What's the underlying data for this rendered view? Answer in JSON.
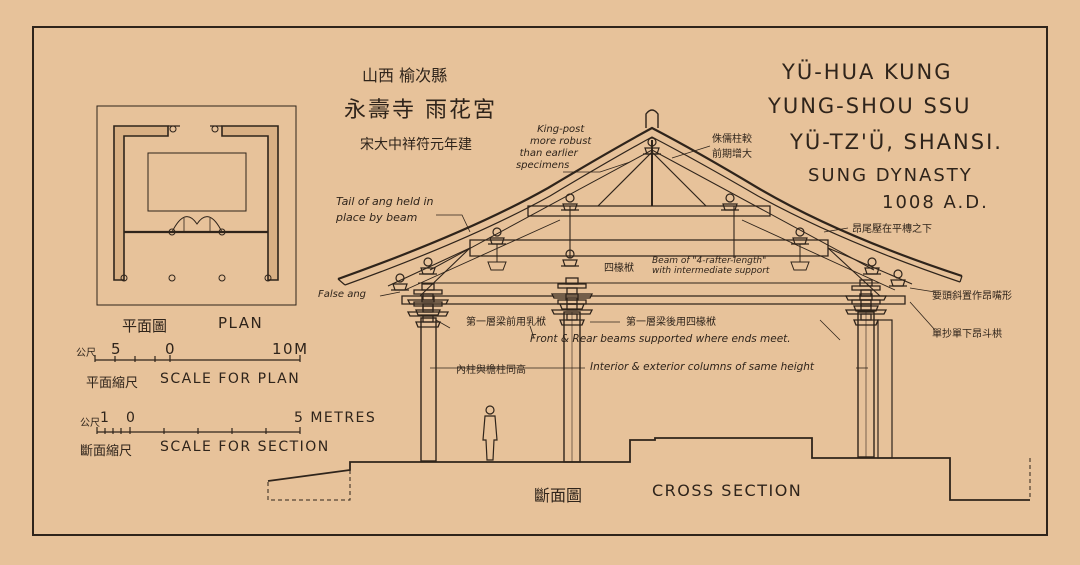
{
  "title": {
    "zh_province": "山西 榆次縣",
    "zh_name": "永壽寺 雨花宮",
    "zh_date": "宋大中祥符元年建",
    "en_line1": "YÜ-HUA KUNG",
    "en_line2": "YUNG-SHOU SSU",
    "en_line3": "YÜ-TZ'Ü, SHANSI.",
    "en_line4": "SUNG DYNASTY",
    "en_line5": "1008 A.D."
  },
  "plan": {
    "label_zh": "平面圖",
    "label_en": "PLAN",
    "scale_left": "5",
    "scale_mid": "0",
    "scale_right": "10M",
    "scale_prefix_zh": "公尺",
    "scale_caption_zh": "平面縮尺",
    "scale_caption_en": "SCALE FOR PLAN"
  },
  "section_scale": {
    "left": "1",
    "mid": "0",
    "right": "5 METRES",
    "prefix_zh": "公尺",
    "caption_zh": "斷面縮尺",
    "caption_en": "SCALE FOR SECTION"
  },
  "notes": {
    "king_post": [
      "King-post",
      "more robust",
      "than earlier",
      "specimens"
    ],
    "king_post_zh": [
      "侏儒柱較",
      "前期增大"
    ],
    "tail_of_ang": [
      "Tail of ang held in",
      "place by beam"
    ],
    "ang_tail_zh": "昂尾壓在平槫之下",
    "beam_zh": "四椽栿",
    "beam_en": [
      "Beam of \"4-rafter-length\"",
      "with intermediate support"
    ],
    "false_ang": "False ang",
    "first_tier_zh": "第一層梁前用乳栿",
    "first_tier_rear_zh": "第一層梁後用四椽栿",
    "front_rear": "Front & Rear beams supported where ends meet.",
    "columns_zh": "內柱與檐柱同高",
    "columns_en": "Interior & exterior columns of same height",
    "bracket_zh1": "要頭斜置作昂嘴形",
    "bracket_zh2": "單抄單下昂斗栱"
  },
  "section": {
    "label_zh": "斷面圖",
    "label_en": "CROSS SECTION"
  }
}
